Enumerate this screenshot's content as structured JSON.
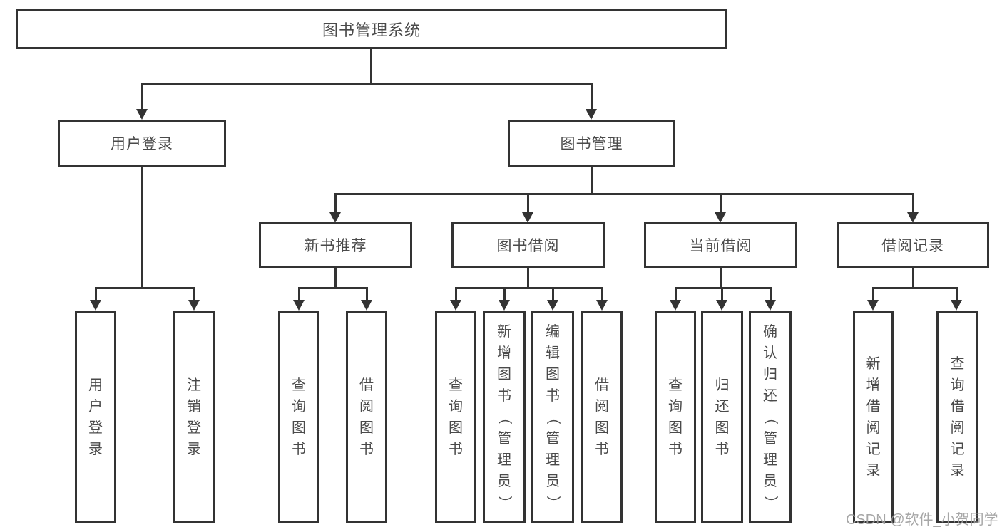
{
  "colors": {
    "line": "#333333",
    "text": "#4a4a4a",
    "watermark": "#9e9e9e",
    "background": "#ffffff"
  },
  "tree": {
    "root": {
      "label": "图书管理系统"
    },
    "level2": [
      {
        "label": "用户登录"
      },
      {
        "label": "图书管理"
      }
    ],
    "level3": [
      {
        "label": "新书推荐"
      },
      {
        "label": "图书借阅"
      },
      {
        "label": "当前借阅"
      },
      {
        "label": "借阅记录"
      }
    ],
    "leaves": {
      "user_login": [
        "用户登录",
        "注销登录"
      ],
      "new_book": [
        "查询图书",
        "借阅图书"
      ],
      "book_borrow": [
        "查询图书",
        "新增图书（管理员）",
        "编辑图书（管理员）",
        "借阅图书"
      ],
      "current_borrow": [
        "查询图书",
        "归还图书",
        "确认归还（管理员）"
      ],
      "borrow_record": [
        "新增借阅记录",
        "查询借阅记录"
      ]
    }
  },
  "watermark": "CSDN @软件_小贺同学"
}
